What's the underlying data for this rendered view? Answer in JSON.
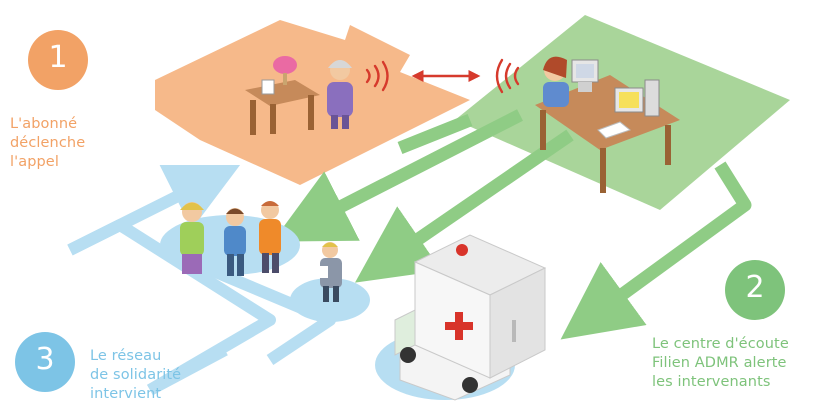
{
  "steps": [
    {
      "number": "1",
      "caption": "L'abonné\ndéclenche\nl'appel",
      "color": "#f2a266"
    },
    {
      "number": "2",
      "caption": "Le centre d'écoute\nFilien ADMR alerte\nles intervenants",
      "color": "#7ec37b"
    },
    {
      "number": "3",
      "caption": "Le réseau\nde solidarité\nintervient",
      "color": "#7dc4e6"
    }
  ],
  "colors": {
    "house": "#f6b98a",
    "center": "#a9d59a",
    "network": "#b7def2",
    "arrow_green": "#8fcc85",
    "signal_red": "#d63a2c"
  },
  "icons": {
    "subscriber": "elderly-person-icon",
    "operator": "call-operator-icon",
    "ambulance": "ambulance-icon",
    "network_people": "people-group-icon"
  }
}
